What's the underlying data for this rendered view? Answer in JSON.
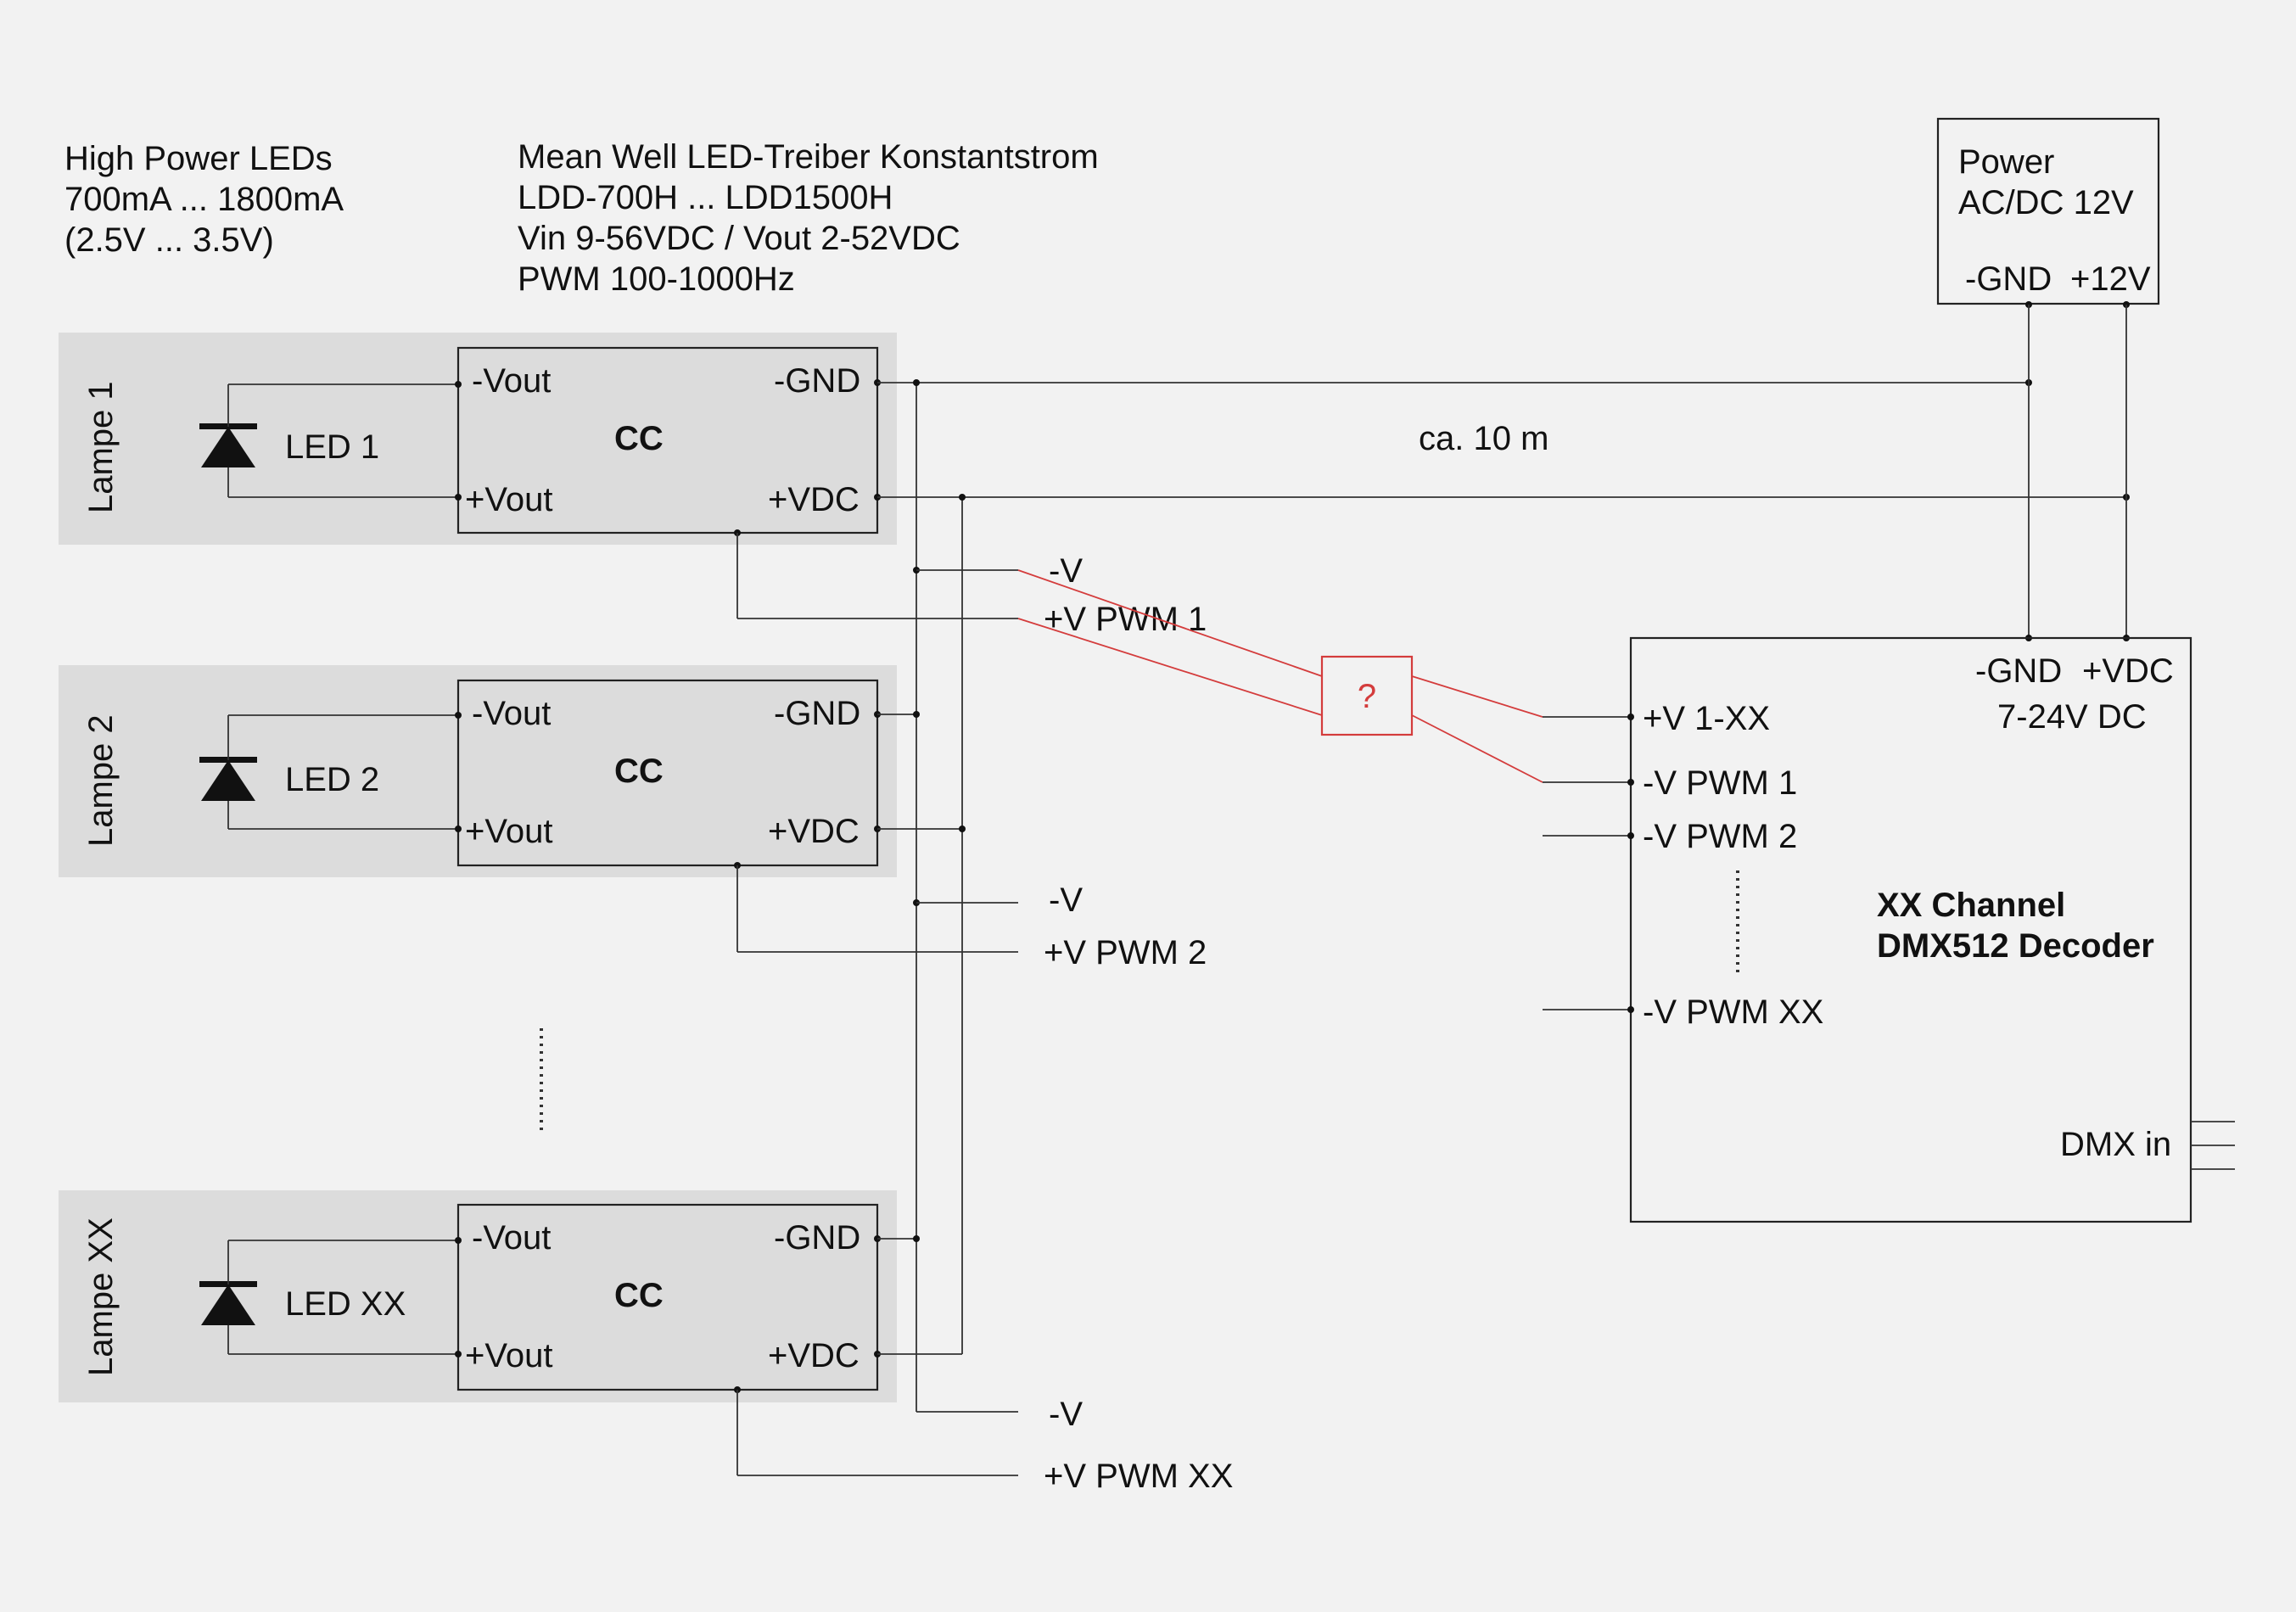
{
  "notes": {
    "leds": [
      "High Power LEDs",
      "700mA ... 1800mA",
      "(2.5V ... 3.5V)"
    ],
    "driver": [
      "Mean Well LED-Treiber Konstantstrom",
      "LDD-700H ... LDD1500H",
      "Vin 9-56VDC / Vout 2-52VDC",
      "PWM 100-1000Hz"
    ]
  },
  "power": {
    "title": [
      "Power",
      "AC/DC 12V"
    ],
    "gnd": "-GND",
    "v12": "+12V"
  },
  "distance": "ca. 10 m",
  "lamps": [
    {
      "name": "Lampe 1",
      "led": "LED 1",
      "cc": "CC",
      "minus_vout": "-Vout",
      "plus_vout": "+Vout",
      "gnd": "-GND",
      "vdc": "+VDC",
      "v_minus": "-V",
      "v_pwm": "+V PWM 1"
    },
    {
      "name": "Lampe 2",
      "led": "LED 2",
      "cc": "CC",
      "minus_vout": "-Vout",
      "plus_vout": "+Vout",
      "gnd": "-GND",
      "vdc": "+VDC",
      "v_minus": "-V",
      "v_pwm": "+V PWM 2"
    },
    {
      "name": "Lampe XX",
      "led": "LED XX",
      "cc": "CC",
      "minus_vout": "-Vout",
      "plus_vout": "+Vout",
      "gnd": "-GND",
      "vdc": "+VDC",
      "v_minus": "-V",
      "v_pwm": "+V PWM XX"
    }
  ],
  "unknown": "?",
  "decoder": {
    "gnd": "-GND",
    "vdc": "+VDC",
    "supply": "7-24V DC",
    "ports": [
      "+V 1-XX",
      "-V PWM 1",
      "-V PWM 2",
      "-V PWM XX"
    ],
    "title": [
      "XX Channel",
      "DMX512 Decoder"
    ],
    "dmx": "DMX in"
  },
  "colors": {
    "background": "#f2f2f2",
    "lamp_fill": "#dcdcdc",
    "unknown_red": "#d43c3c",
    "line": "#333333"
  }
}
